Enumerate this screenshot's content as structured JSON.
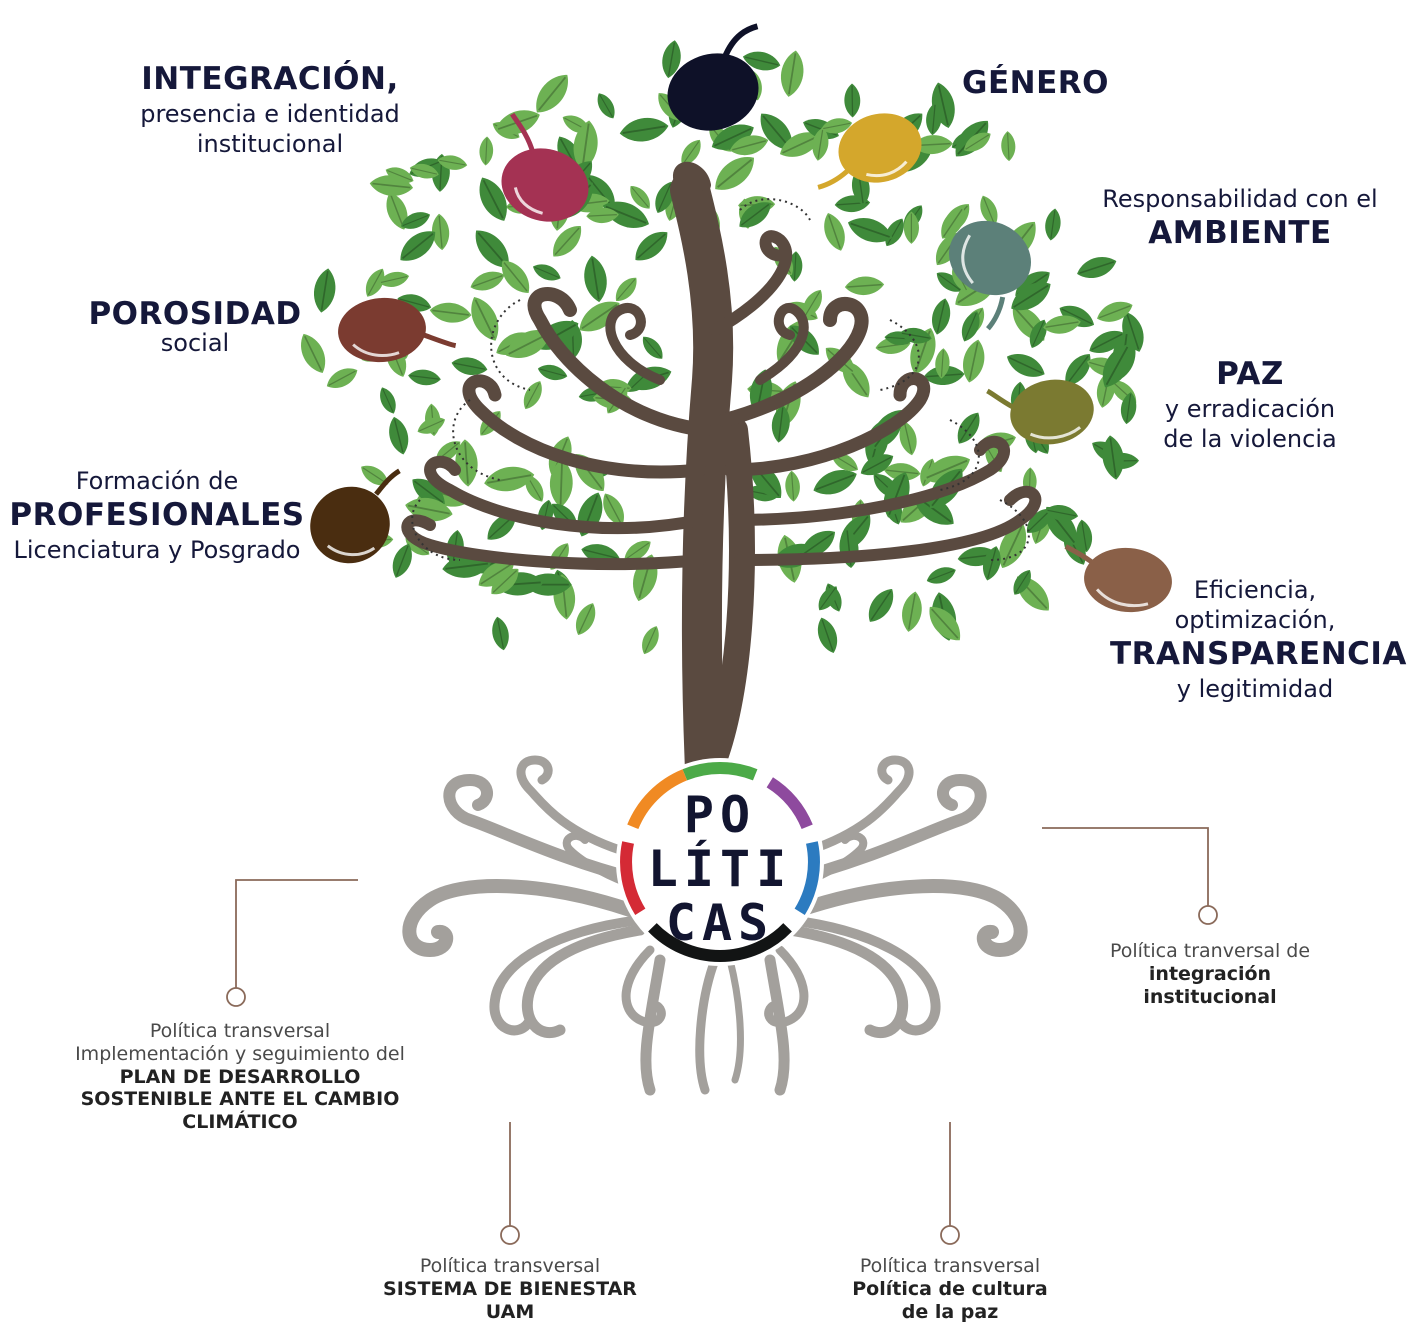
{
  "center": {
    "line1": "PO",
    "line2": "LÍTI",
    "line3": "CAS"
  },
  "fruits": [
    {
      "id": "integracion",
      "color": "#a43253",
      "bold": "INTEGRACIÓN,",
      "text": "presencia e identidad institucional"
    },
    {
      "id": "genero",
      "color": "#d4a72c",
      "bold": "GÉNERO",
      "text": ""
    },
    {
      "id": "ambiente",
      "color": "#5c8079",
      "pre": "Responsabilidad con el",
      "bold": "AMBIENTE"
    },
    {
      "id": "paz",
      "color": "#7b7a31",
      "bold": "PAZ",
      "text": "y erradicación de la violencia"
    },
    {
      "id": "transparencia",
      "color": "#8a6048",
      "pre": "Eficiencia, optimización,",
      "bold": "TRANSPARENCIA",
      "text": "y legitimidad"
    },
    {
      "id": "porosidad",
      "color": "#7b3b30",
      "bold": "POROSIDAD",
      "text": "social"
    },
    {
      "id": "profesionales",
      "color": "#4a2d10",
      "pre": "Formación de",
      "bold": "PROFESIONALES",
      "text": "Licenciatura y Posgrado"
    },
    {
      "id": "top",
      "color": "#0e1128"
    }
  ],
  "labels": {
    "integracion_bold": "INTEGRACIÓN,",
    "integracion_l1": "presencia e identidad",
    "integracion_l2": "institucional",
    "genero": "GÉNERO",
    "ambiente_pre": "Responsabilidad con el",
    "ambiente_bold": "AMBIENTE",
    "porosidad_bold": "POROSIDAD",
    "porosidad_l1": "social",
    "paz_bold": "PAZ",
    "paz_l1": "y erradicación",
    "paz_l2": "de la violencia",
    "profesionales_pre": "Formación de",
    "profesionales_bold": "PROFESIONALES",
    "profesionales_l1": "Licenciatura y Posgrado",
    "transparencia_pre1": "Eficiencia,",
    "transparencia_pre2": "optimización,",
    "transparencia_bold": "TRANSPARENCIA",
    "transparencia_l1": "y legitimidad"
  },
  "roots": {
    "plan": {
      "l1": "Política transversal",
      "l2": "Implementación y seguimiento del",
      "b1": "PLAN DE DESARROLLO",
      "b2": "SOSTENIBLE ANTE EL CAMBIO",
      "b3": "CLIMÁTICO"
    },
    "bienestar": {
      "l1": "Política transversal",
      "b1": "SISTEMA DE BIENESTAR",
      "b2": "UAM"
    },
    "cultura_paz": {
      "l1": "Política transversal",
      "b1": "Política de cultura",
      "b2": "de la paz"
    },
    "integracion": {
      "l1": "Política tranversal de",
      "b1": "integración",
      "b2": "institucional"
    }
  },
  "colors": {
    "trunk": "#5a4a40",
    "roots": "#a3a09c",
    "leaf": "#6db153",
    "leaf_dark": "#3f8a3a",
    "connector": "#8a6a5a",
    "ring": [
      "#4caa48",
      "#8e4a9e",
      "#2c7bc0",
      "#121414",
      "#d42a35",
      "#f08a23"
    ]
  }
}
